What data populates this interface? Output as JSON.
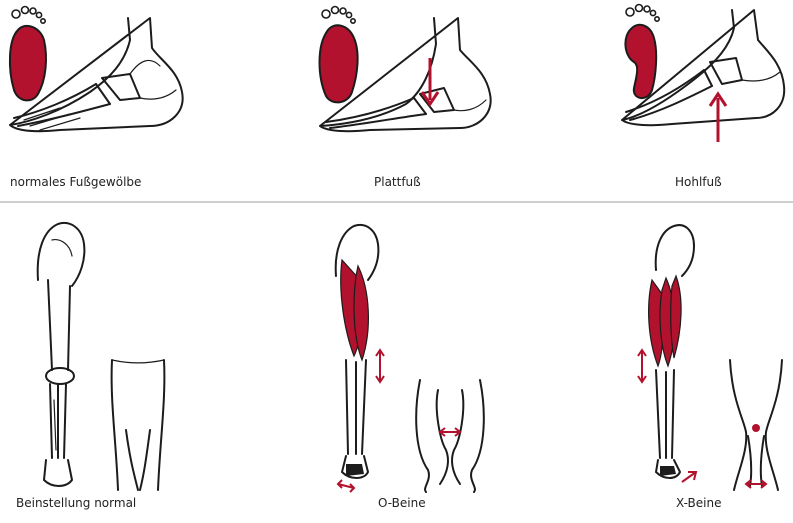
{
  "colors": {
    "accent": "#b3122e",
    "ink": "#1c1c1c",
    "divider": "#cfcfcf"
  },
  "feet": [
    {
      "caption": "normales Fußgewölbe"
    },
    {
      "caption": "Plattfuß"
    },
    {
      "caption": "Hohlfuß"
    }
  ],
  "legs": [
    {
      "caption": "Beinstellung normal"
    },
    {
      "caption": "O-Beine"
    },
    {
      "caption": "X-Beine"
    }
  ]
}
